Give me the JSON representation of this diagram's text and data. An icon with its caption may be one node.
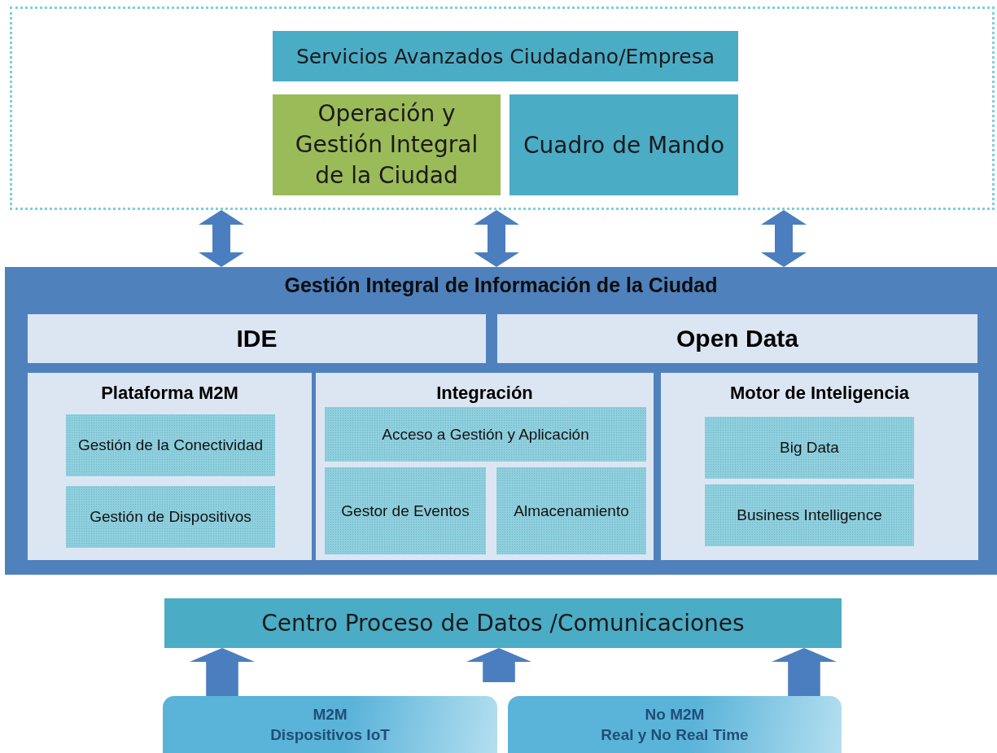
{
  "diagram": {
    "nodes": [
      {
        "text": [],
        "shape": "box"
      },
      {
        "text": [
          "Servicios Avanzados Ciudadano/Empresa"
        ],
        "in": 0
      },
      {
        "text": [
          "Operación y Gestión Integral de la Ciudad"
        ],
        "in": 0
      },
      {
        "text": [
          "Cuadro de Mando"
        ],
        "in": 0
      },
      {
        "text": [
          "Gestión Integral de Información de la Ciudad"
        ]
      },
      {
        "text": [
          "IDE"
        ],
        "in": 4
      },
      {
        "text": [
          "Open Data"
        ],
        "in": 4
      },
      {
        "text": [
          "Plataforma M2M"
        ],
        "in": 4
      },
      {
        "text": [
          "Gestión de la Conectividad"
        ],
        "in": 7
      },
      {
        "text": [
          "Gestión de Dispositivos"
        ],
        "in": 7
      },
      {
        "text": [
          "Integración"
        ],
        "in": 4
      },
      {
        "text": [
          "Acceso a Gestión y Aplicación"
        ],
        "in": 10
      },
      {
        "text": [
          "Gestor de Eventos"
        ],
        "in": 10
      },
      {
        "text": [
          "Almacenamiento"
        ],
        "in": 10
      },
      {
        "text": [
          "Motor de Inteligencia"
        ],
        "in": 4
      },
      {
        "text": [
          "Big Data"
        ],
        "in": 14
      },
      {
        "text": [
          "Business Intelligence"
        ],
        "in": 14
      },
      {
        "text": [
          "Centro Proceso de Datos /Comunicaciones"
        ]
      },
      {
        "text": [
          "M2M",
          "Dispositivos IoT"
        ]
      },
      {
        "text": [
          "No M2M",
          "Real y No Real Time"
        ]
      }
    ],
    "edges": [
      {
        "from": 0,
        "to": 4,
        "arrow": "both"
      },
      {
        "from": 0,
        "to": 4,
        "arrow": "both"
      },
      {
        "from": 0,
        "to": 4,
        "arrow": "both"
      },
      {
        "from": 18,
        "to": 17,
        "arrow": "to",
        "style": "thick"
      },
      {
        "from": null,
        "to": 17,
        "arrow": "to",
        "style": "thick"
      },
      {
        "from": 19,
        "to": 17,
        "arrow": "to",
        "style": "thick"
      }
    ]
  }
}
